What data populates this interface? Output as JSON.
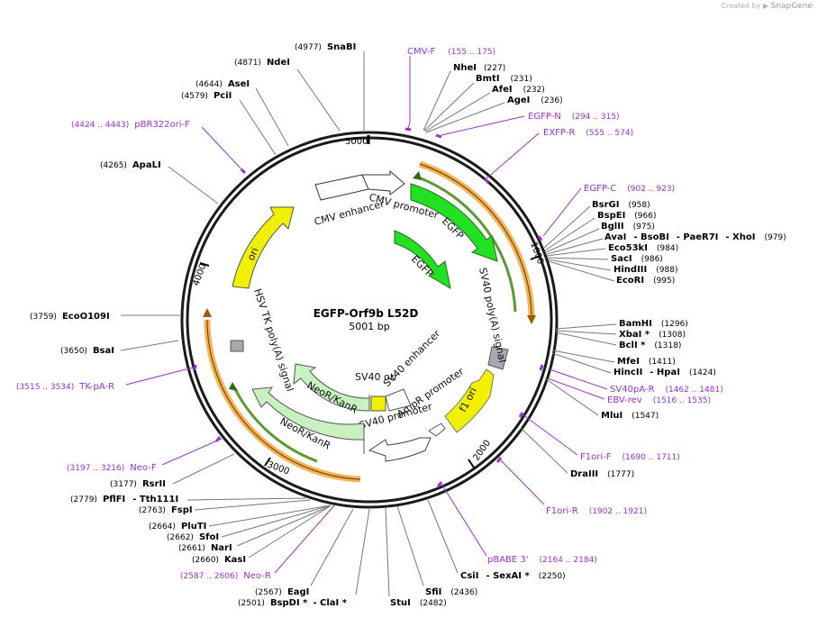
{
  "header": {
    "created_by": "Created by",
    "brand": "SnapGene"
  },
  "plasmid": {
    "name": "EGFP-Orf9b L52D",
    "length_label": "5001 bp",
    "length": 5001
  },
  "ticks": [
    {
      "bp": 1000,
      "label": "1000"
    },
    {
      "bp": 2000,
      "label": "2000"
    },
    {
      "bp": 3000,
      "label": "3000"
    },
    {
      "bp": 4000,
      "label": "4000"
    },
    {
      "bp": 5000,
      "label": "5000"
    }
  ],
  "features": [
    {
      "name": "CMV enhancer",
      "label": "CMV enhancer",
      "start": 4977,
      "end": 5001,
      "color": "#ffffff"
    },
    {
      "name": "CMV promoter",
      "label": "CMV promoter",
      "start": 5000,
      "end": 204,
      "color": "#ffffff"
    },
    {
      "name": "EGFP",
      "label": "EGFP",
      "start": 230,
      "end": 950,
      "color": "#22e022"
    },
    {
      "name": "SV40 poly(A) signal",
      "label": "SV40 poly(A) signal",
      "start": 1180,
      "end": 1290,
      "color": "#ffffff"
    },
    {
      "name": "f1 ori",
      "label": "f1 ori",
      "start": 1690,
      "end": 2150,
      "color": "#f0f000"
    },
    {
      "name": "AmpR promoter",
      "label": "AmpR promoter",
      "start": 2150,
      "end": 2250,
      "color": "#ffffff"
    },
    {
      "name": "SV40 promoter",
      "label": "SV40 promoter",
      "start": 2250,
      "end": 2600,
      "color": "#ffffff"
    },
    {
      "name": "NeoR/KanR",
      "label": "NeoR/KanR",
      "start": 2650,
      "end": 3440,
      "color": "#c8f0c0"
    },
    {
      "name": "HSV TK poly(A) signal",
      "label": "HSV TK poly(A) signal",
      "start": 3440,
      "end": 3750,
      "color": "#ffffff"
    },
    {
      "name": "ori",
      "label": "ori",
      "start": 4000,
      "end": 4589,
      "color": "#f0f000"
    }
  ],
  "inner_features": [
    {
      "name": "EGFP",
      "label": "EGFP"
    },
    {
      "name": "SV40 ori",
      "label": "SV40 ori"
    },
    {
      "name": "SV40 enhancer",
      "label": "SV40 enhancer"
    },
    {
      "name": "NeoR/KanR",
      "label": "NeoR/KanR"
    }
  ],
  "sites": [
    {
      "name": "SnaBI",
      "pos": "(4977)"
    },
    {
      "name": "NdeI",
      "pos": "(4871)"
    },
    {
      "name": "AseI",
      "pos": "(4644)"
    },
    {
      "name": "PciI",
      "pos": "(4579)"
    },
    {
      "name": "ApaLI",
      "pos": "(4265)"
    },
    {
      "name": "NheI",
      "pos": "(227)"
    },
    {
      "name": "BmtI",
      "pos": "(231)"
    },
    {
      "name": "AfeI",
      "pos": "(232)"
    },
    {
      "name": "AgeI",
      "pos": "(236)"
    },
    {
      "name": "BsrGI",
      "pos": "(958)"
    },
    {
      "name": "BspEI",
      "pos": "(966)"
    },
    {
      "name": "BglII",
      "pos": "(975)"
    },
    {
      "name": "AvaI",
      "extra": "- BsoBI",
      "extra2": "- PaeR7I",
      "extra3": "- XhoI",
      "pos": "(979)"
    },
    {
      "name": "Eco53kI",
      "pos": "(984)"
    },
    {
      "name": "SacI",
      "pos": "(986)"
    },
    {
      "name": "HindIII",
      "pos": "(988)"
    },
    {
      "name": "EcoRI",
      "pos": "(995)"
    },
    {
      "name": "BamHI",
      "pos": "(1296)"
    },
    {
      "name": "XbaI *",
      "pos": "(1308)"
    },
    {
      "name": "BclI *",
      "pos": "(1318)"
    },
    {
      "name": "MfeI",
      "pos": "(1411)"
    },
    {
      "name": "HincII",
      "extra": "- HpaI",
      "pos": "(1424)"
    },
    {
      "name": "MluI",
      "pos": "(1547)"
    },
    {
      "name": "DraIII",
      "pos": "(1777)"
    },
    {
      "name": "CsiI",
      "extra": "- SexAI *",
      "pos": "(2250)"
    },
    {
      "name": "SfiI",
      "pos": "(2436)"
    },
    {
      "name": "StuI",
      "pos": "(2482)"
    },
    {
      "name": "BspDI *",
      "extra": "- ClaI *",
      "pos": "(2501)"
    },
    {
      "name": "EagI",
      "pos": "(2567)"
    },
    {
      "name": "KasI",
      "pos": "(2660)"
    },
    {
      "name": "NarI",
      "pos": "(2661)"
    },
    {
      "name": "SfoI",
      "pos": "(2662)"
    },
    {
      "name": "PluTI",
      "pos": "(2664)"
    },
    {
      "name": "FspI",
      "pos": "(2763)"
    },
    {
      "name": "PflFI",
      "extra": "- Tth111I",
      "pos": "(2779)"
    },
    {
      "name": "RsrII",
      "pos": "(3177)"
    },
    {
      "name": "BsaI",
      "pos": "(3650)"
    },
    {
      "name": "EcoO109I",
      "pos": "(3759)"
    }
  ],
  "primers": [
    {
      "name": "CMV-F",
      "range": "(155 .. 175)"
    },
    {
      "name": "EGFP-N",
      "range": "(294 .. 315)"
    },
    {
      "name": "EXFP-R",
      "range": "(555 .. 574)"
    },
    {
      "name": "EGFP-C",
      "range": "(902 .. 923)"
    },
    {
      "name": "SV40pA-R",
      "range": "(1462 .. 1481)"
    },
    {
      "name": "EBV-rev",
      "range": "(1516 .. 1535)"
    },
    {
      "name": "F1ori-F",
      "range": "(1690 .. 1711)"
    },
    {
      "name": "F1ori-R",
      "range": "(1902 .. 1921)"
    },
    {
      "name": "pBABE 3'",
      "range": "(2164 .. 2184)"
    },
    {
      "name": "Neo-R",
      "range": "(2587 .. 2606)"
    },
    {
      "name": "Neo-F",
      "range": "(3197 .. 3216)"
    },
    {
      "name": "TK-pA-R",
      "range": "(3515 .. 3534)"
    },
    {
      "name": "pBR322ori-F",
      "range": "(4424 .. 4443)"
    }
  ],
  "colors": {
    "backbone": "#1a1a1a",
    "primer": "#9b30d0",
    "orf_outline": "#f0a030",
    "egfp": "#22e022",
    "ori": "#f0f000"
  }
}
